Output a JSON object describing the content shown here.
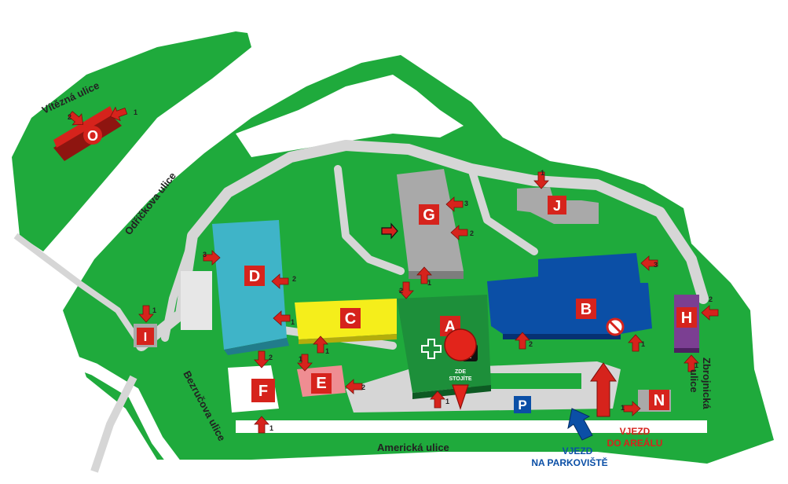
{
  "streets": {
    "vitezna": "Vítězná ulice",
    "odrickova": "Odříčkova ulice",
    "bezrucova": "Bezručova ulice",
    "americka": "Americká ulice",
    "zbrojnicka_1": "Zbrojnická",
    "zbrojnicka_2": "ulice"
  },
  "buildings": {
    "O": "O",
    "D": "D",
    "C": "C",
    "G": "G",
    "J": "J",
    "A": "A",
    "B": "B",
    "H": "H",
    "I": "I",
    "E": "E",
    "F": "F",
    "N": "N"
  },
  "entrance_numbers": {
    "o1": "1",
    "o2": "2",
    "d3": "3",
    "d2": "2",
    "d1": "1",
    "g3": "3",
    "g2": "2",
    "g1": "1",
    "j1": "1",
    "a2": "2",
    "a1": "1",
    "b3": "3",
    "b2": "2",
    "b1": "1",
    "h2": "2",
    "h1": "1",
    "i1": "1",
    "c1": "1",
    "e1": "1",
    "e2": "2",
    "f2": "2",
    "f1": "1",
    "n1": "1"
  },
  "labels": {
    "you_are_here_1": "ZDE",
    "you_are_here_2": "STOJÍTE",
    "info": "i",
    "parking": "P",
    "entry_parking_1": "VJEZD",
    "entry_parking_2": "NA PARKOVIŠTĚ",
    "entry_area_1": "VJEZD",
    "entry_area_2": "DO AREÁLU"
  },
  "colors": {
    "grass": "#1faa3c",
    "road": "#d6d6d6",
    "building_gray": "#a9a9a9",
    "building_A": "#1d8f3a",
    "building_B": "#0b4fa6",
    "building_C": "#f5ee1b",
    "building_D": "#3fb4c8",
    "building_E": "#ef8d92",
    "building_H": "#7b3f92",
    "building_O": "#d6231c",
    "label_red": "#d6231c",
    "arrow_red": "#d6231c",
    "arrow_blue": "#0b4fa6"
  }
}
